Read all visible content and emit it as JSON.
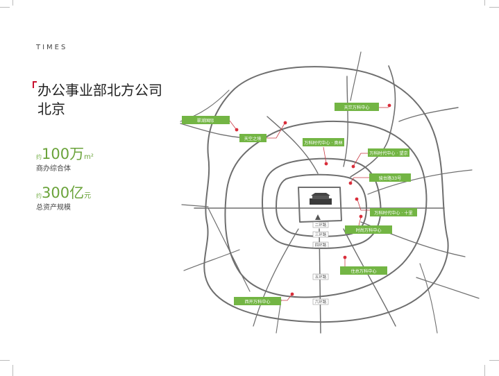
{
  "brand": {
    "logo": "TIMES"
  },
  "heading": {
    "line1": "办公事业部北方公司",
    "line2": "北京"
  },
  "stats": [
    {
      "prefix": "约",
      "number": "100万",
      "unit": "m²",
      "desc": "商办综合体"
    },
    {
      "prefix": "约",
      "number": "300亿",
      "unit": "元",
      "desc": "总资产规模"
    }
  ],
  "map": {
    "ring_roads": [
      "二环路",
      "三环路",
      "四环路",
      "五环路",
      "六环路"
    ],
    "projects": [
      "天竺万科中心",
      "翠湖国际",
      "天空之境",
      "万科时代中心 · 奥林",
      "万科时代中心 · 望京",
      "骏台路33号",
      "万科时代中心 · 十里",
      "时尚万科中心",
      "住总万科中心",
      "西开万科中心"
    ],
    "colors": {
      "tag": "#73b544",
      "pin": "#d92d3a",
      "road": "#6e6e6e",
      "leader": "#c83a44"
    }
  }
}
